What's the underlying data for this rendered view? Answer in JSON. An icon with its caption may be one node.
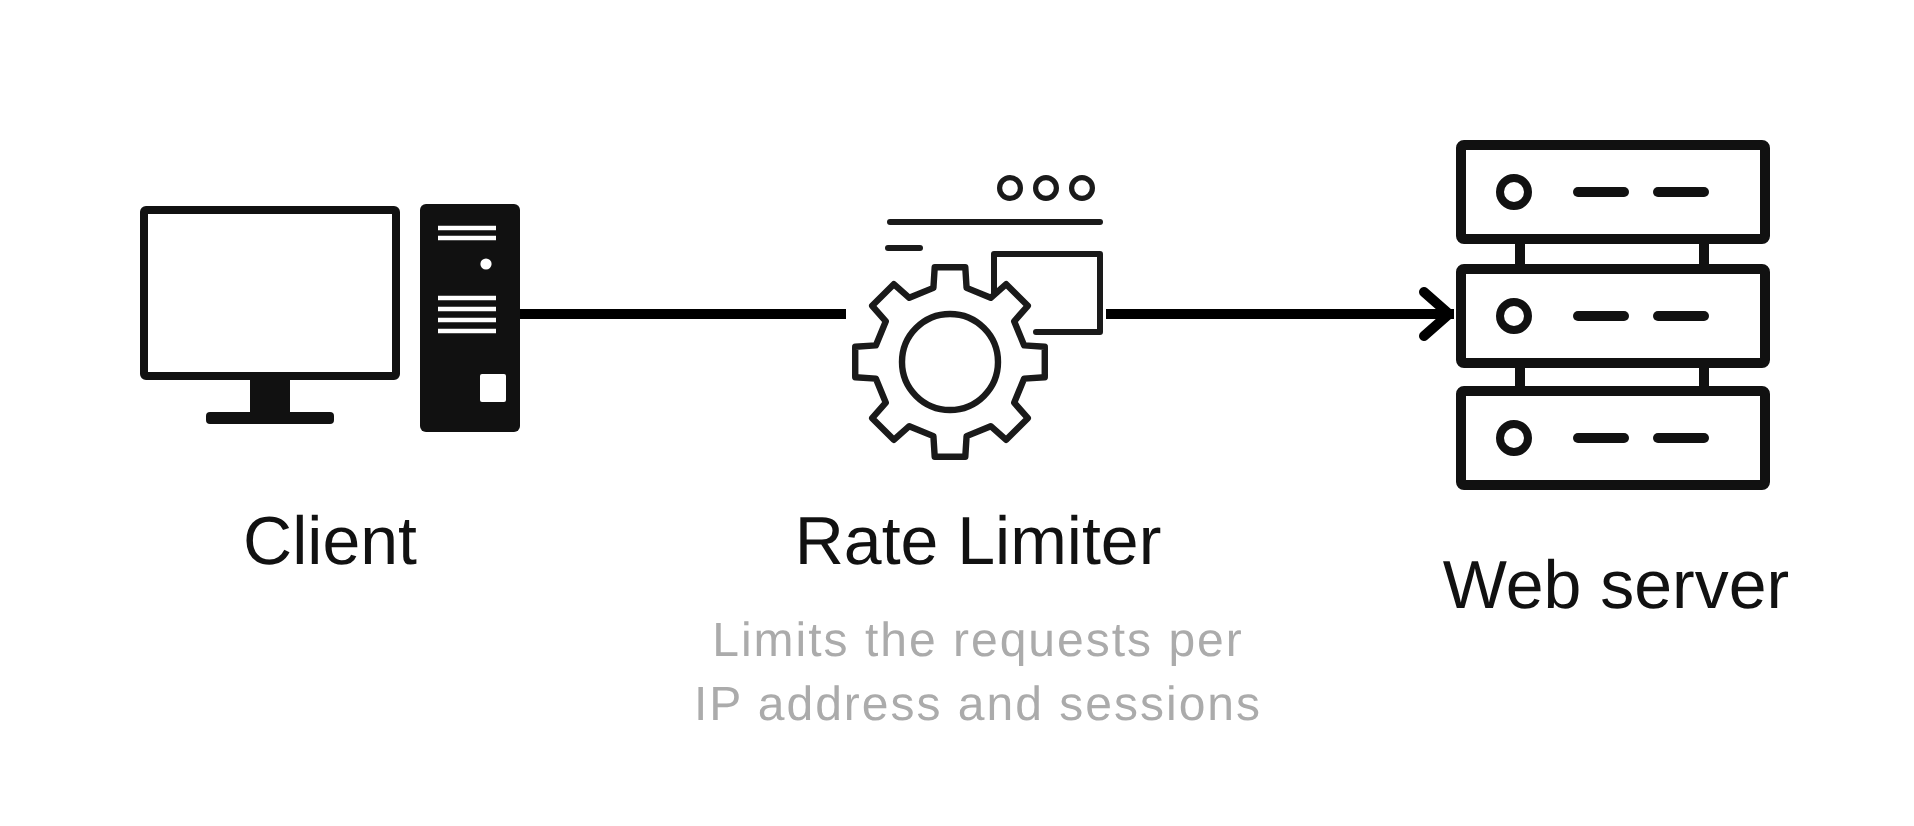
{
  "diagram": {
    "nodes": [
      {
        "text": [
          "Client"
        ]
      },
      {
        "text": [
          "Rate Limiter",
          "Limits the requests per IP address and sessions"
        ]
      },
      {
        "text": [
          "Web server"
        ]
      }
    ],
    "edges": [
      {
        "from": 0,
        "to": 1,
        "arrow": "none"
      },
      {
        "from": 1,
        "to": 2,
        "arrow": "to"
      }
    ]
  }
}
